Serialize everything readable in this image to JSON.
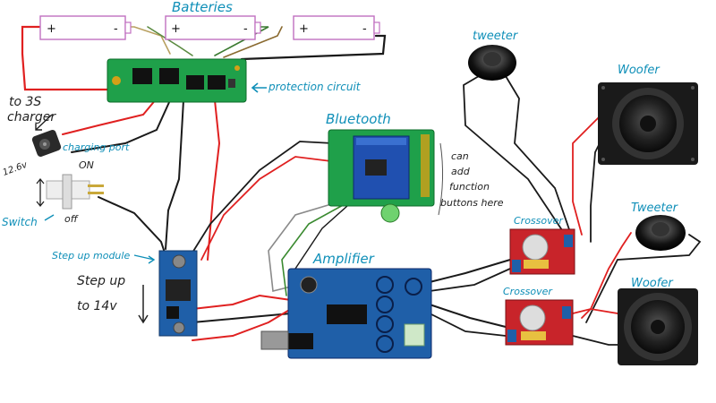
{
  "labels": {
    "batteries": "Batteries",
    "protection": "protection circuit",
    "charger_line1": "to 3S",
    "charger_line2": "charger",
    "charging_port": "charging port",
    "voltage": "12.6v",
    "on": "ON",
    "off": "off",
    "switch": "Switch",
    "step_up_module": "Step up module",
    "step_up_line1": "Step up",
    "step_up_line2": "to 14v",
    "bluetooth": "Bluetooth",
    "can_add_1": "can",
    "can_add_2": "add",
    "can_add_3": "function",
    "can_add_4": "buttons here",
    "amplifier": "Amplifier",
    "crossover_top": "Crossover",
    "crossover_bottom": "Crossover",
    "tweeter_top": "tweeter",
    "woofer_top": "Woofer",
    "tweeter_bottom": "Tweeter",
    "woofer_bottom": "Woofer"
  },
  "battery_signs": {
    "plus": "+",
    "minus": "-"
  },
  "colors": {
    "label_blue": "#0f8fb8",
    "battery_outline": "#c070c0",
    "wire_red": "#e02020",
    "wire_black": "#1a1a1a",
    "wire_green": "#3a8a30",
    "wire_gray": "#8a8a8a",
    "pcb_green": "#1fa04a",
    "pcb_blue": "#2050b0",
    "pcb_red": "#c8242a",
    "knob_blue": "#1f5fa8"
  }
}
